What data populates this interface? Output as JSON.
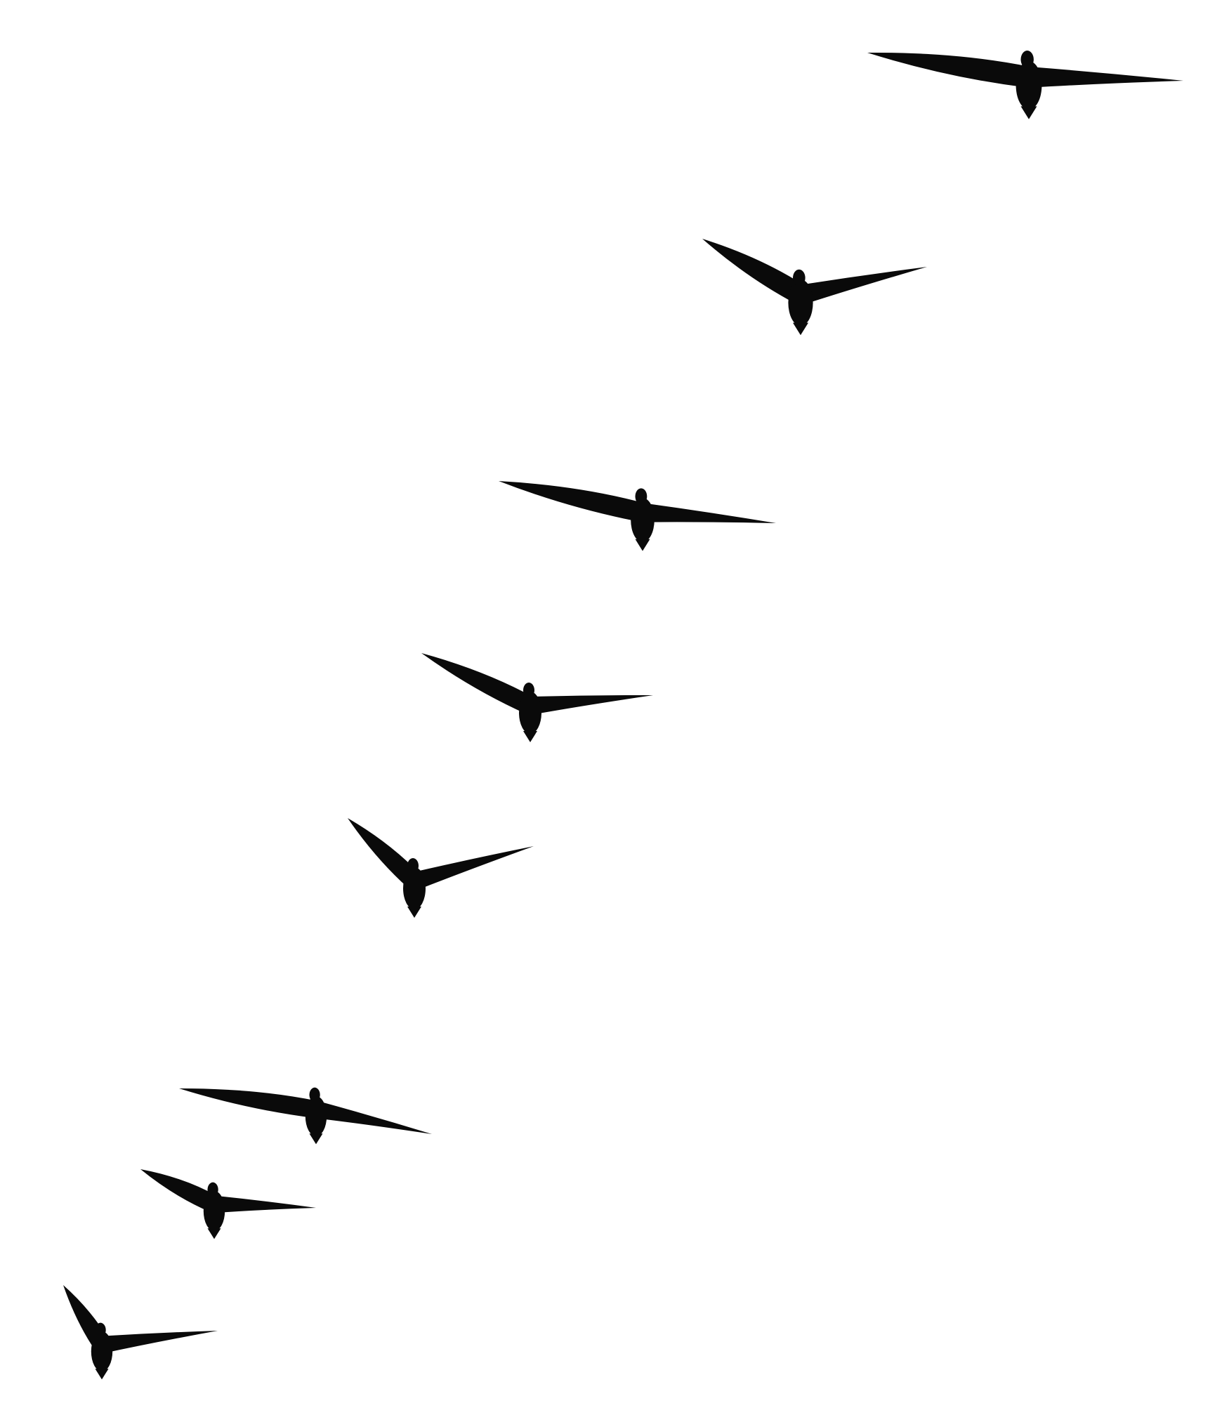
{
  "scene": {
    "subject": "flock-of-birds",
    "colors": {
      "sky": "#ffffff",
      "bird": "#0a0a0a"
    }
  },
  "birds": [
    {
      "id": "bird-1",
      "pose": "wings-outstretched"
    },
    {
      "id": "bird-2",
      "pose": "wings-raised"
    },
    {
      "id": "bird-3",
      "pose": "wings-outstretched"
    },
    {
      "id": "bird-4",
      "pose": "wings-raised"
    },
    {
      "id": "bird-5",
      "pose": "wings-raised"
    },
    {
      "id": "bird-6",
      "pose": "wings-outstretched"
    },
    {
      "id": "bird-7",
      "pose": "wings-curled"
    },
    {
      "id": "bird-8",
      "pose": "wings-raised"
    }
  ]
}
